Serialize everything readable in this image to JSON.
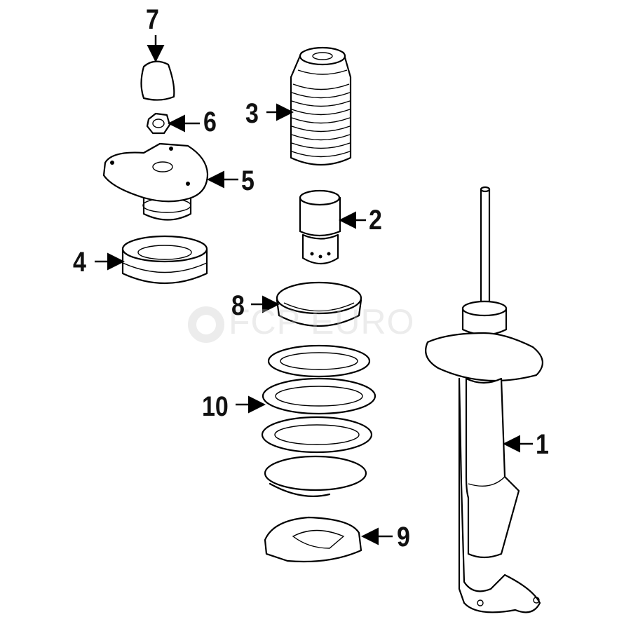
{
  "diagram": {
    "callouts": [
      {
        "id": "1",
        "label": "1"
      },
      {
        "id": "2",
        "label": "2"
      },
      {
        "id": "3",
        "label": "3"
      },
      {
        "id": "4",
        "label": "4"
      },
      {
        "id": "5",
        "label": "5"
      },
      {
        "id": "6",
        "label": "6"
      },
      {
        "id": "7",
        "label": "7"
      },
      {
        "id": "8",
        "label": "8"
      },
      {
        "id": "9",
        "label": "9"
      },
      {
        "id": "10",
        "label": "10"
      }
    ],
    "watermark": "FCP EURO"
  }
}
